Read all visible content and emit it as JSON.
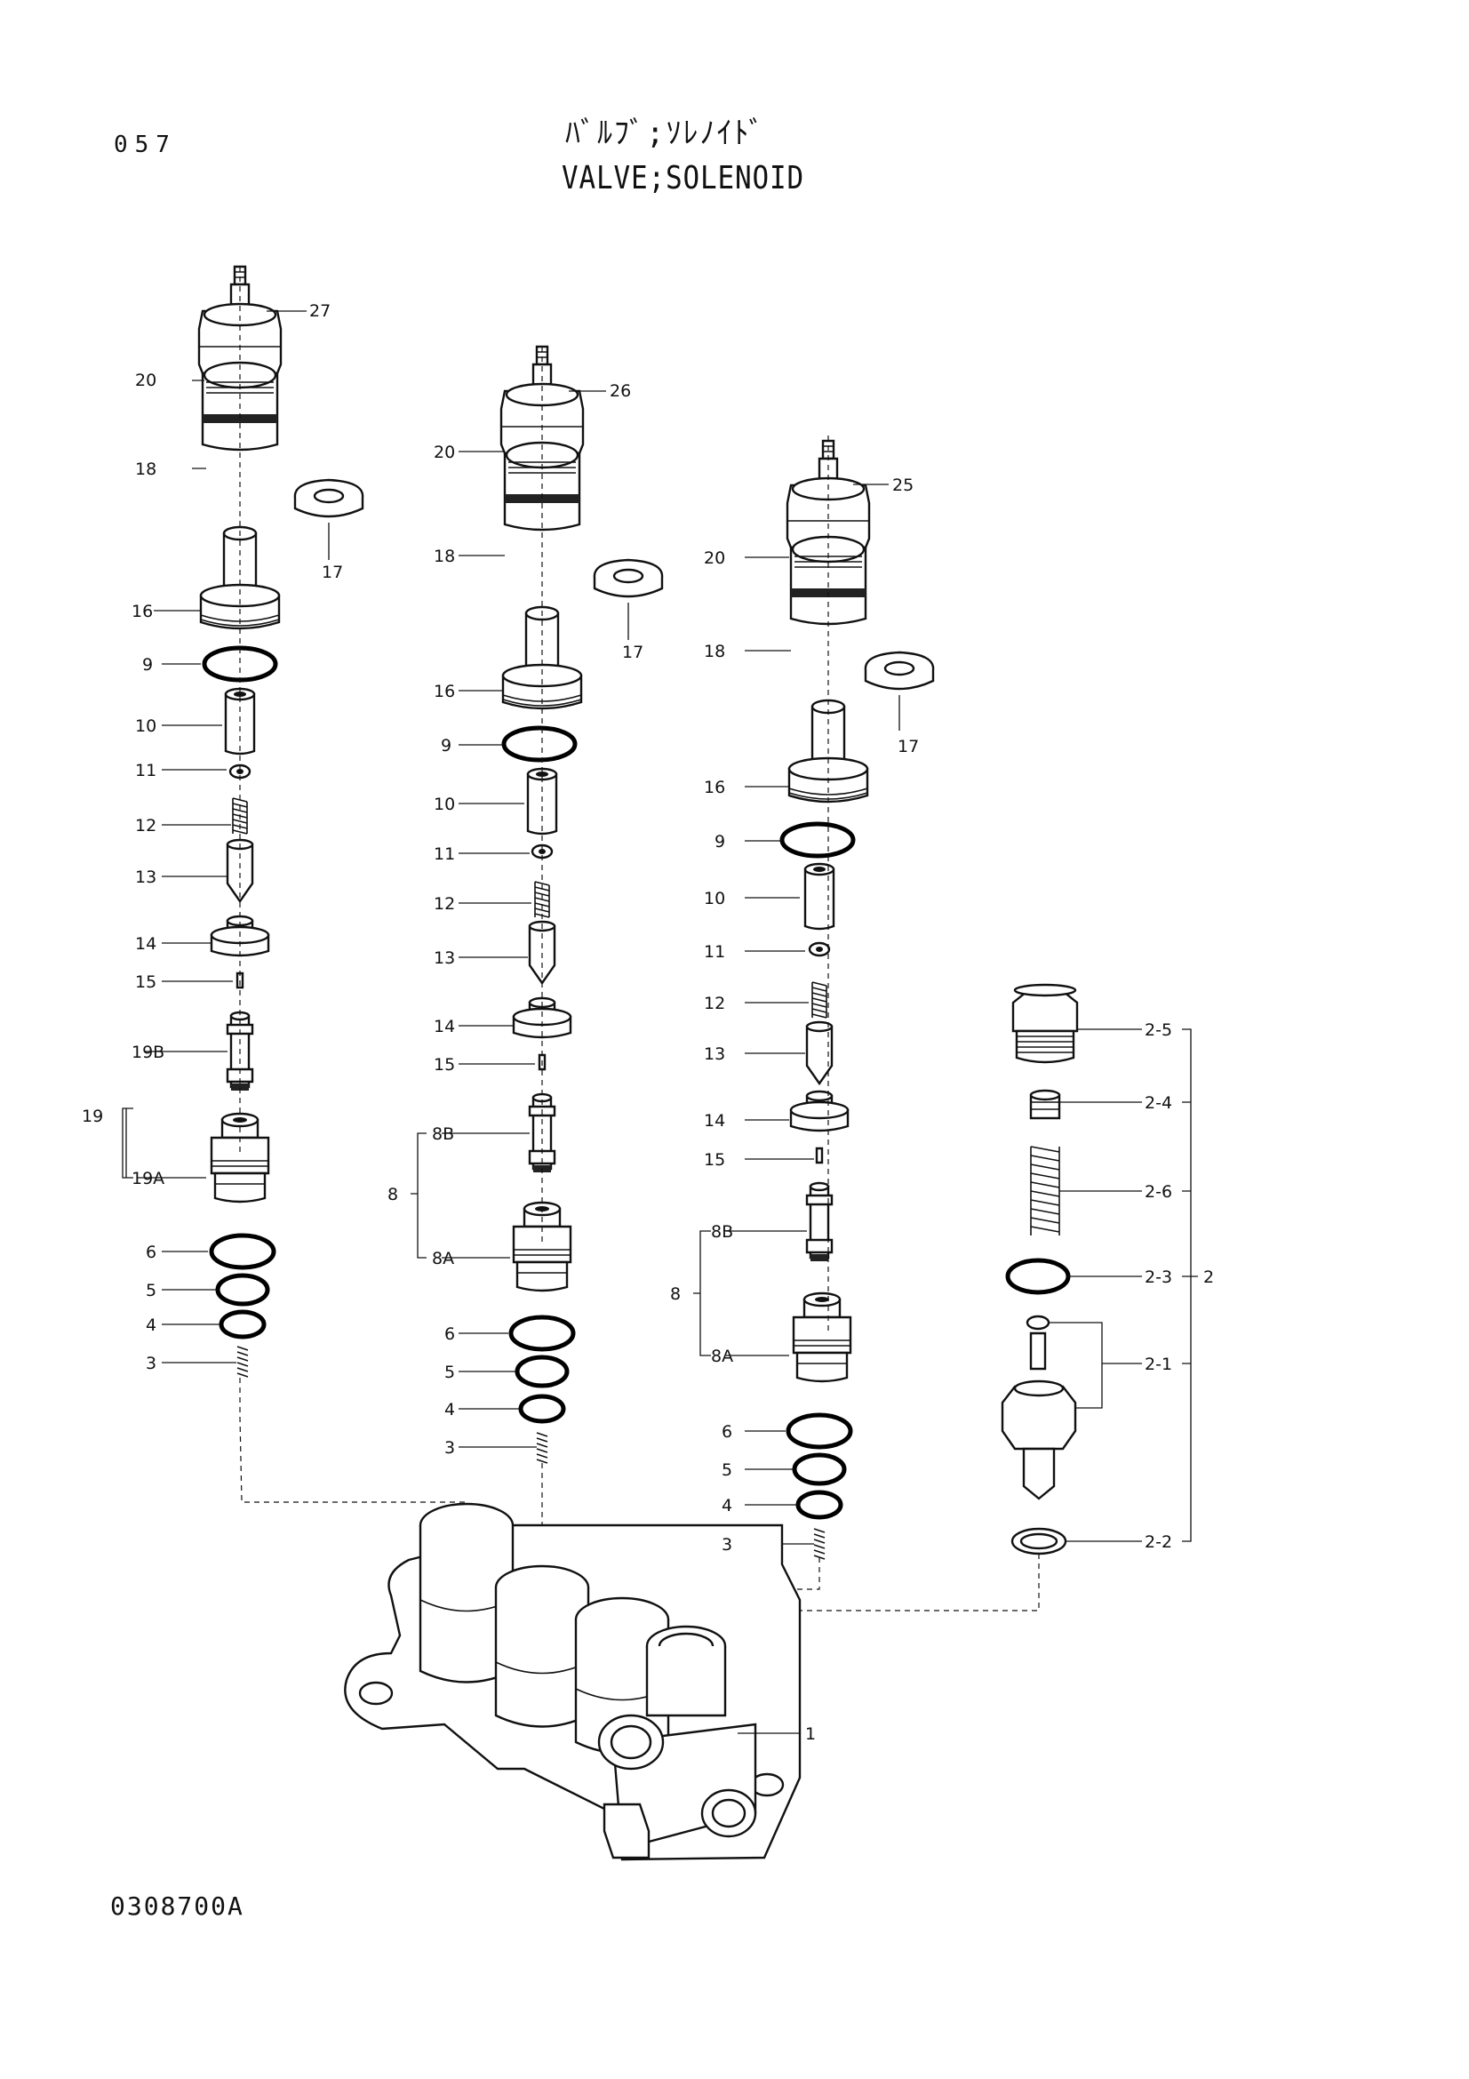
{
  "page": {
    "number": "057",
    "title_jp": "ﾊﾞﾙﾌﾞ;ｿﾚﾉｲﾄﾞ",
    "title_en": "VALVE;SOLENOID",
    "drawing_code": "0308700A"
  },
  "assemblies": [
    {
      "name": "left",
      "labels": [
        "27",
        "20",
        "18",
        "17",
        "16",
        "9",
        "10",
        "11",
        "12",
        "13",
        "14",
        "15",
        "19B",
        "19",
        "19A",
        "6",
        "5",
        "4",
        "3"
      ]
    },
    {
      "name": "middle",
      "labels": [
        "26",
        "20",
        "18",
        "17",
        "16",
        "9",
        "10",
        "11",
        "12",
        "13",
        "14",
        "15",
        "8B",
        "8",
        "8A",
        "6",
        "5",
        "4",
        "3"
      ]
    },
    {
      "name": "right",
      "labels": [
        "25",
        "20",
        "18",
        "17",
        "16",
        "9",
        "10",
        "11",
        "12",
        "13",
        "14",
        "15",
        "8B",
        "8",
        "8A",
        "6",
        "5",
        "4",
        "3"
      ]
    },
    {
      "name": "relief",
      "labels": [
        "2-5",
        "2-4",
        "2-6",
        "2-3",
        "2",
        "2-1",
        "2-2"
      ]
    },
    {
      "name": "body",
      "labels": [
        "1"
      ]
    }
  ]
}
